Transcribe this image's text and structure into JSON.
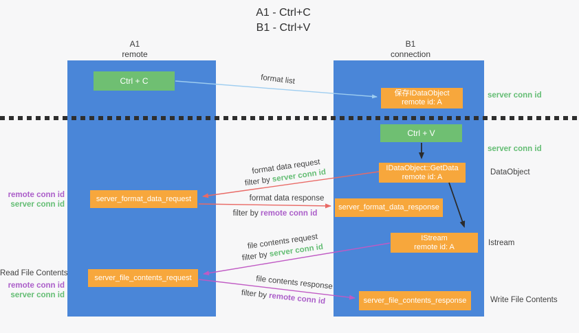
{
  "title": {
    "line1": "A1 - Ctrl+C",
    "line2": "B1 - Ctrl+V"
  },
  "columns": {
    "a": {
      "title": "A1",
      "subtitle": "remote"
    },
    "b": {
      "title": "B1",
      "subtitle": "connection"
    }
  },
  "boxes": {
    "ctrl_c": {
      "label": "Ctrl + C"
    },
    "save_idataobject": {
      "line1": "保存IDataObject",
      "line2": "remote id: A"
    },
    "ctrl_v": {
      "label": "Ctrl + V"
    },
    "getdata": {
      "line1": "IDataObject::GetData",
      "line2": "remote id: A"
    },
    "format_request": {
      "label": "server_format_data_request"
    },
    "format_response": {
      "label": "server_format_data_response"
    },
    "istream": {
      "line1": "IStream",
      "line2": "remote id: A"
    },
    "file_request": {
      "label": "server_file_contents_request"
    },
    "file_response": {
      "label": "server_file_contents_response"
    }
  },
  "flow_labels": {
    "format_list": "format list",
    "format_data_request": "format data request",
    "format_data_response": "format data response",
    "file_contents_request": "file contents request",
    "file_contents_response": "file contents response",
    "filter_by": "filter by ",
    "server_conn_id": "server conn id",
    "remote_conn_id": "remote conn id"
  },
  "side_labels": {
    "right_server_conn_id_1": "server conn id",
    "right_server_conn_id_2": "server conn id",
    "dataobject": "DataObject",
    "istream": "Istream",
    "write_file_contents": "Write File Contents",
    "left_remote_conn_id_1": "remote conn id",
    "left_server_conn_id_1": "server conn id",
    "read_file_contents": "Read File Contents",
    "left_remote_conn_id_2": "remote conn id",
    "left_server_conn_id_2": "server conn id"
  },
  "colors": {
    "column_blue": "#4a86d8",
    "box_green": "#6fbf72",
    "box_orange": "#f7a73c",
    "arrow_lightblue": "#9ecdf0",
    "arrow_black": "#2b2b2b",
    "arrow_red": "#e96a66",
    "arrow_magenta": "#c05ac4",
    "text_green": "#64bd74",
    "text_purple": "#ab5ec9",
    "text_gray": "#3f3f3f"
  }
}
